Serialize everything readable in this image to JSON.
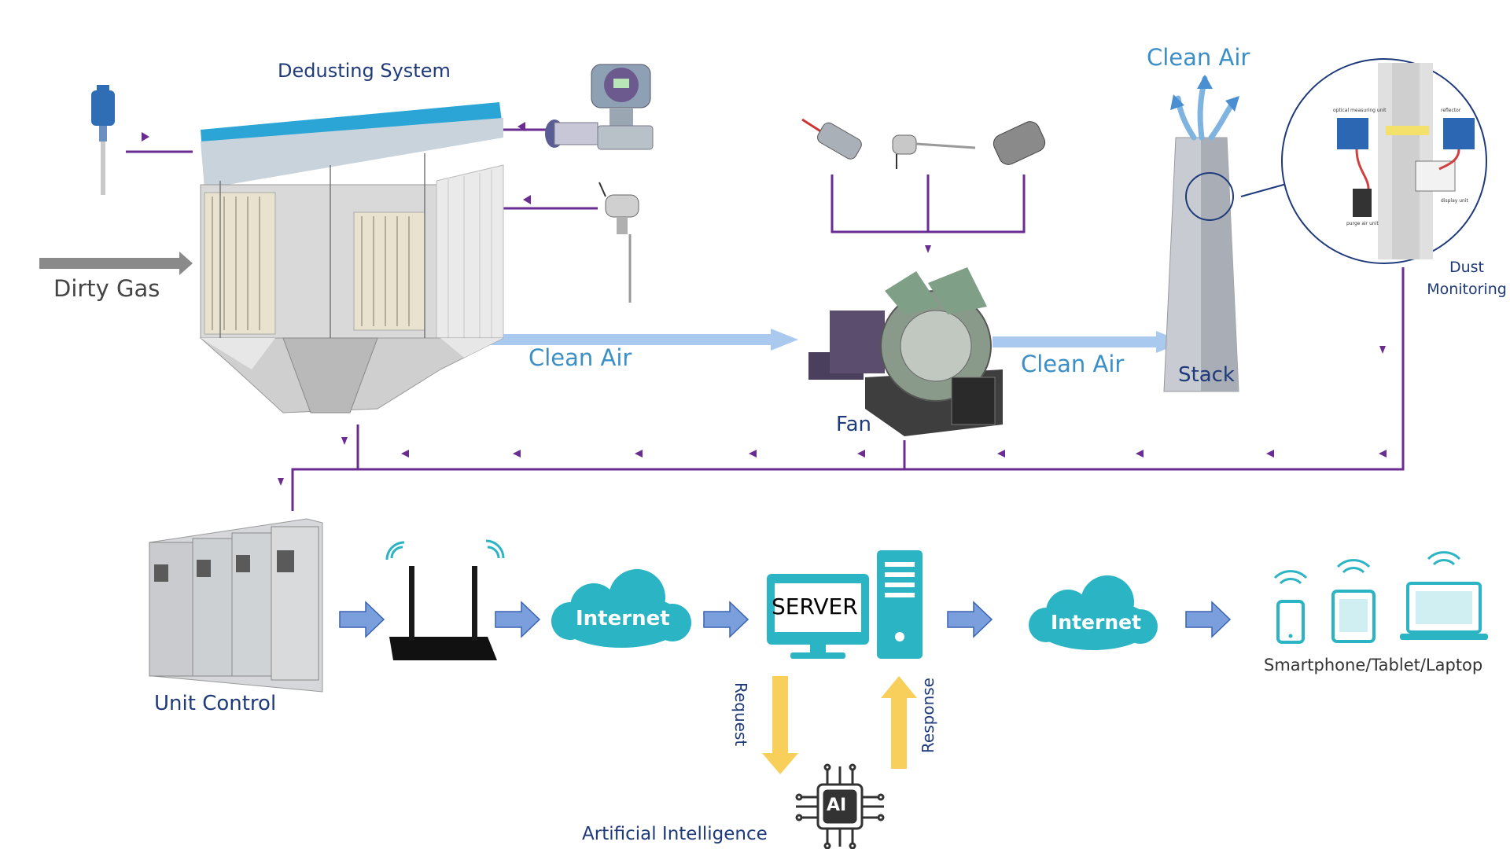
{
  "labels": {
    "dedusting": "Dedusting System",
    "dirty_gas": "Dirty Gas",
    "clean_air_1": "Clean Air",
    "clean_air_2": "Clean Air",
    "clean_air_top": "Clean Air",
    "fan": "Fan",
    "stack": "Stack",
    "dust_monitoring": "Dust Monitoring",
    "unit_control": "Unit Control",
    "internet_1": "Internet",
    "internet_2": "Internet",
    "server": "SERVER",
    "request": "Request",
    "response": "Response",
    "ai": "Artificial Intelligence",
    "ai_chip": "AI",
    "devices": "Smartphone/Tablet/Laptop"
  },
  "inset": {
    "optical": "optical measuring unit",
    "reflector": "reflector",
    "display": "display unit",
    "purge": "purge air unit"
  },
  "colors": {
    "signal_line": "#6a2c91",
    "flow_arrow": "#a9c9ee",
    "network_arrow": "#7b9fdc",
    "cloud": "#2bb5c4",
    "device": "#2bb5c4",
    "ai_arrow": "#f7cf5a",
    "dirty_arrow": "#8a8a8a"
  },
  "icons": [
    "level-sensor-icon",
    "pressure-transmitter-icon",
    "temperature-probe-icon",
    "router-icon",
    "server-icon",
    "ai-chip-icon",
    "smartphone-icon",
    "tablet-icon",
    "laptop-icon",
    "wifi-icon"
  ]
}
